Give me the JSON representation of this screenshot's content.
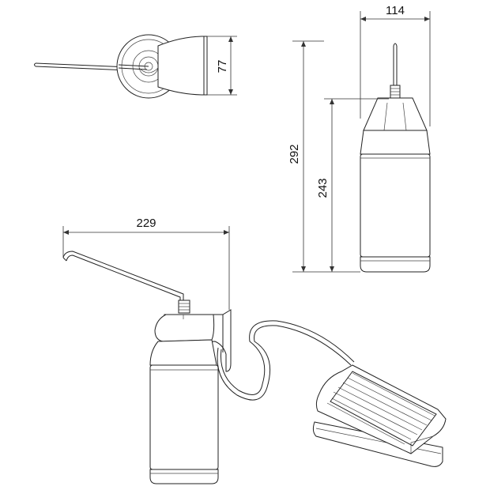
{
  "dimensions": {
    "top_width": "114",
    "side_width": "77",
    "total_height": "292",
    "bottle_height": "243",
    "spout_length": "229"
  }
}
